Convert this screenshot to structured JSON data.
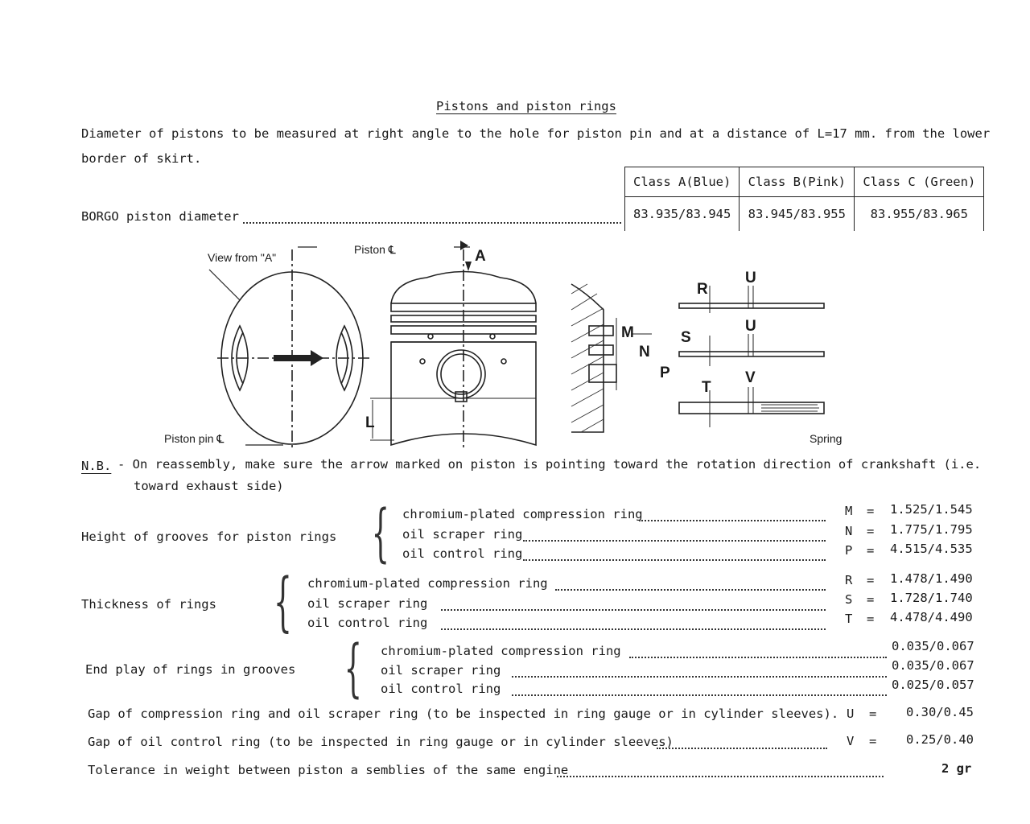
{
  "title": "Pistons and piston rings",
  "intro": {
    "line1": "Diameter of pistons to be measured at right angle to the hole for piston pin and at a distance of L=17 mm. from the lower",
    "line2": "border of skirt."
  },
  "classes_table": {
    "headers": [
      "Class A(Blue)",
      "Class B(Pink)",
      "Class C (Green)"
    ],
    "row_label": "BORGO piston diameter",
    "values": [
      "83.935/83.945",
      "83.945/83.955",
      "83.955/83.965"
    ]
  },
  "figure": {
    "view_from": "View from \"A\"",
    "piston_cl": "Piston ℄",
    "piston_pin_cl": "Piston pin ℄",
    "arrow_a": "A",
    "dim_l": "L",
    "groove_labels": [
      "M",
      "N",
      "P"
    ],
    "ring_labels": [
      "R",
      "S",
      "T"
    ],
    "gap_labels": [
      "U",
      "U",
      "V"
    ],
    "spring": "Spring"
  },
  "nb": {
    "label": "N.B.",
    "line1": "- On reassembly, make sure the arrow marked on piston is pointing toward  the rotation direction of crankshaft (i.e.",
    "line2": "toward exhaust side)"
  },
  "grooves": {
    "label": "Height of grooves for piston rings",
    "items": [
      {
        "name": "chromium-plated compression ring",
        "sym": "M",
        "eq": "=",
        "val": "1.525/1.545"
      },
      {
        "name": "oil scraper ring",
        "sym": "N",
        "eq": "=",
        "val": "1.775/1.795"
      },
      {
        "name": "oil control ring",
        "sym": "P",
        "eq": "=",
        "val": "4.515/4.535"
      }
    ]
  },
  "thickness": {
    "label": "Thickness of rings",
    "items": [
      {
        "name": "chromium-plated compression ring",
        "sym": "R",
        "eq": "=",
        "val": "1.478/1.490"
      },
      {
        "name": "oil scraper ring",
        "sym": "S",
        "eq": "=",
        "val": "1.728/1.740"
      },
      {
        "name": "oil control ring",
        "sym": "T",
        "eq": "=",
        "val": "4.478/4.490"
      }
    ]
  },
  "endplay": {
    "label": "End play of rings in grooves",
    "items": [
      {
        "name": "chromium-plated compression ring",
        "val": "0.035/0.067"
      },
      {
        "name": "oil scraper ring",
        "val": "0.035/0.067"
      },
      {
        "name": "oil control ring",
        "val": "0.025/0.057"
      }
    ]
  },
  "gap_compression": {
    "label": "Gap of compression ring and oil scraper ring (to be inspected in ring gauge or in cylinder sleeves).",
    "sym": "U",
    "eq": "=",
    "val": "0.30/0.45"
  },
  "gap_oil": {
    "label": "Gap of oil control ring (to be inspected in ring gauge or in cylinder sleeves)",
    "sym": "V",
    "eq": "=",
    "val": "0.25/0.40"
  },
  "weight": {
    "label": "Tolerance in weight between piston a semblies of the same engine",
    "val": "2 gr"
  }
}
